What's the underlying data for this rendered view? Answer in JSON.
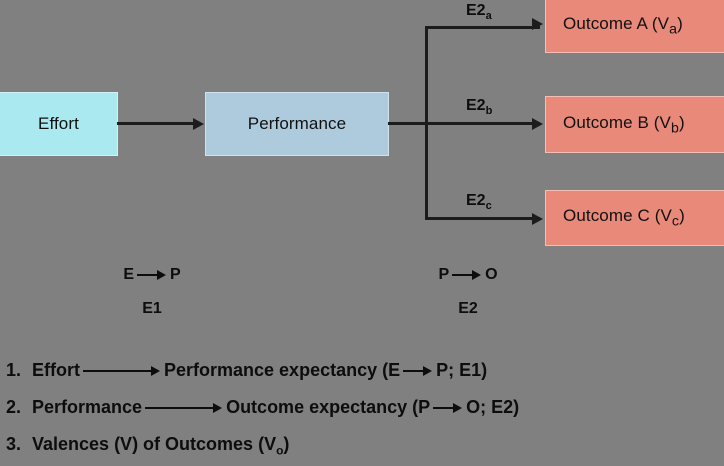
{
  "diagram": {
    "title": "Expectancy theory (Effort-Performance-Outcome) diagram",
    "background_color": "#808080",
    "nodes": {
      "effort": {
        "label": "Effort",
        "color": "#a9e9ef"
      },
      "performance": {
        "label": "Performance",
        "color": "#aecbdd"
      },
      "outcomes": [
        {
          "label_main": "Outcome A (V",
          "sub": "a",
          "label_close": ")",
          "color": "#e8897a"
        },
        {
          "label_main": "Outcome B (V",
          "sub": "b",
          "label_close": ")",
          "color": "#e8897a"
        },
        {
          "label_main": "Outcome C (V",
          "sub": "c",
          "label_close": ")",
          "color": "#e8897a"
        }
      ]
    },
    "edge_labels": [
      {
        "main": "E2",
        "sub": "a"
      },
      {
        "main": "E2",
        "sub": "b"
      },
      {
        "main": "E2",
        "sub": "c"
      }
    ],
    "notations": {
      "left": {
        "from": "E",
        "to": "P",
        "code": "E1"
      },
      "right": {
        "from": "P",
        "to": "O",
        "code": "E2"
      }
    },
    "legend": [
      {
        "num": "1.",
        "part1": "Effort",
        "part2": "Performance expectancy (E",
        "part3": "P; E1)"
      },
      {
        "num": "2.",
        "part1": "Performance",
        "part2": "Outcome expectancy (P",
        "part3": "O; E2)"
      },
      {
        "num": "3.",
        "part1": "Valences (V) of Outcomes (V",
        "sub": "o",
        "part3": ")"
      }
    ]
  }
}
